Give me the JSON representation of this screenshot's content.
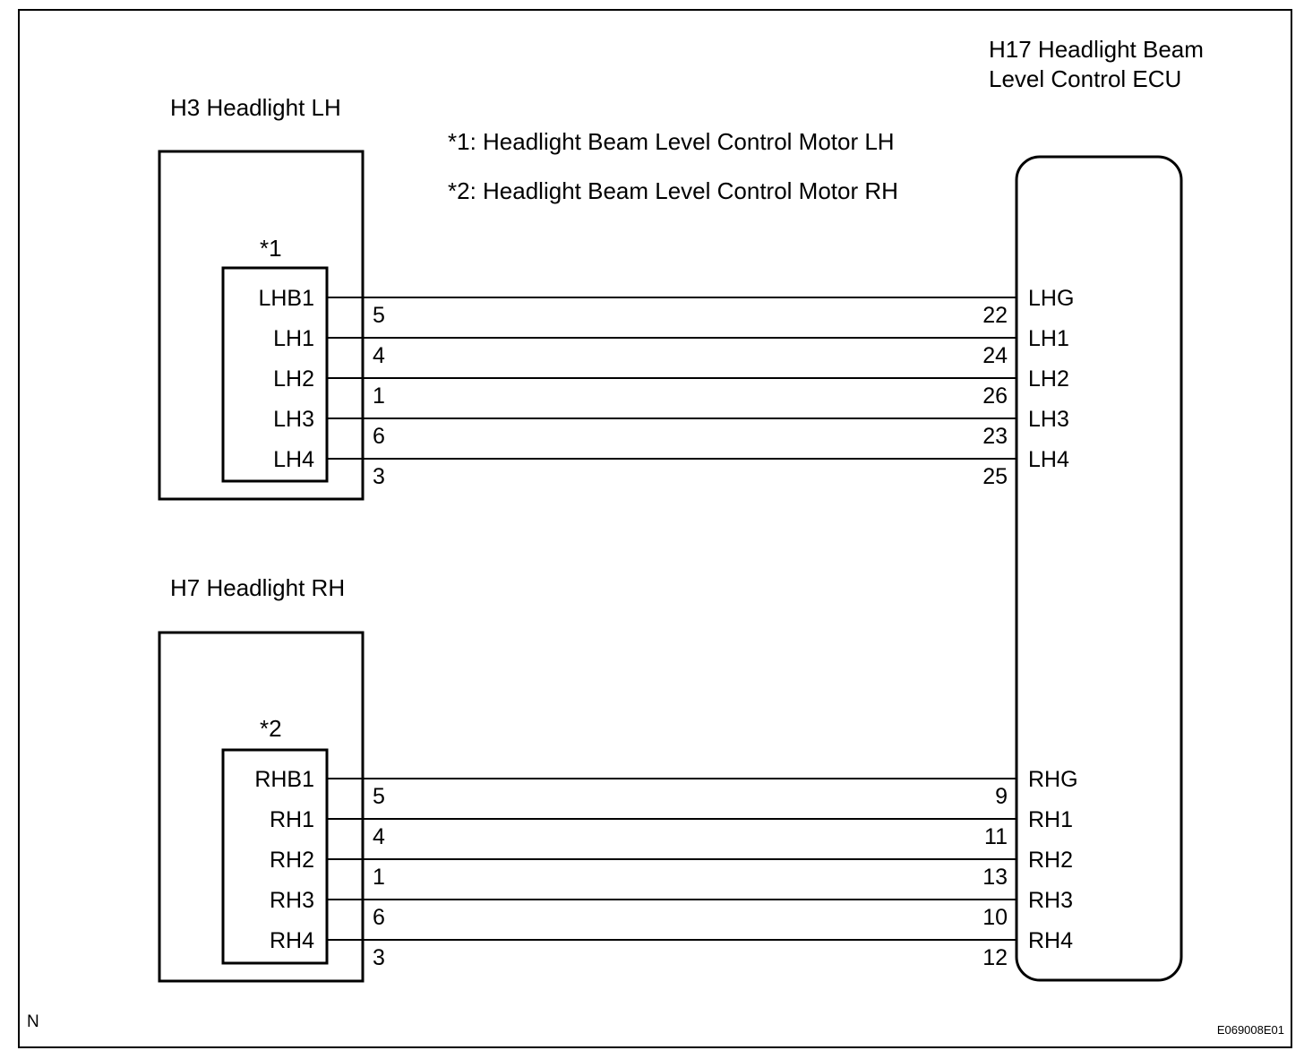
{
  "ecu": {
    "title_line1": "H17 Headlight Beam",
    "title_line2": "Level Control ECU"
  },
  "legend": {
    "note1": "*1: Headlight Beam Level Control Motor LH",
    "note2": "*2: Headlight Beam Level Control Motor RH"
  },
  "headlight_lh": {
    "title": "H3 Headlight LH",
    "motor_tag": "*1",
    "wires": [
      {
        "left_pin": "LHB1",
        "left_num": "5",
        "right_num": "22",
        "right_pin": "LHG"
      },
      {
        "left_pin": "LH1",
        "left_num": "4",
        "right_num": "24",
        "right_pin": "LH1"
      },
      {
        "left_pin": "LH2",
        "left_num": "1",
        "right_num": "26",
        "right_pin": "LH2"
      },
      {
        "left_pin": "LH3",
        "left_num": "6",
        "right_num": "23",
        "right_pin": "LH3"
      },
      {
        "left_pin": "LH4",
        "left_num": "3",
        "right_num": "25",
        "right_pin": "LH4"
      }
    ]
  },
  "headlight_rh": {
    "title": "H7 Headlight RH",
    "motor_tag": "*2",
    "wires": [
      {
        "left_pin": "RHB1",
        "left_num": "5",
        "right_num": "9",
        "right_pin": "RHG"
      },
      {
        "left_pin": "RH1",
        "left_num": "4",
        "right_num": "11",
        "right_pin": "RH1"
      },
      {
        "left_pin": "RH2",
        "left_num": "1",
        "right_num": "13",
        "right_pin": "RH2"
      },
      {
        "left_pin": "RH3",
        "left_num": "6",
        "right_num": "10",
        "right_pin": "RH3"
      },
      {
        "left_pin": "RH4",
        "left_num": "3",
        "right_num": "12",
        "right_pin": "RH4"
      }
    ]
  },
  "footer": {
    "corner_mark": "N",
    "figure_code": "E069008E01"
  }
}
